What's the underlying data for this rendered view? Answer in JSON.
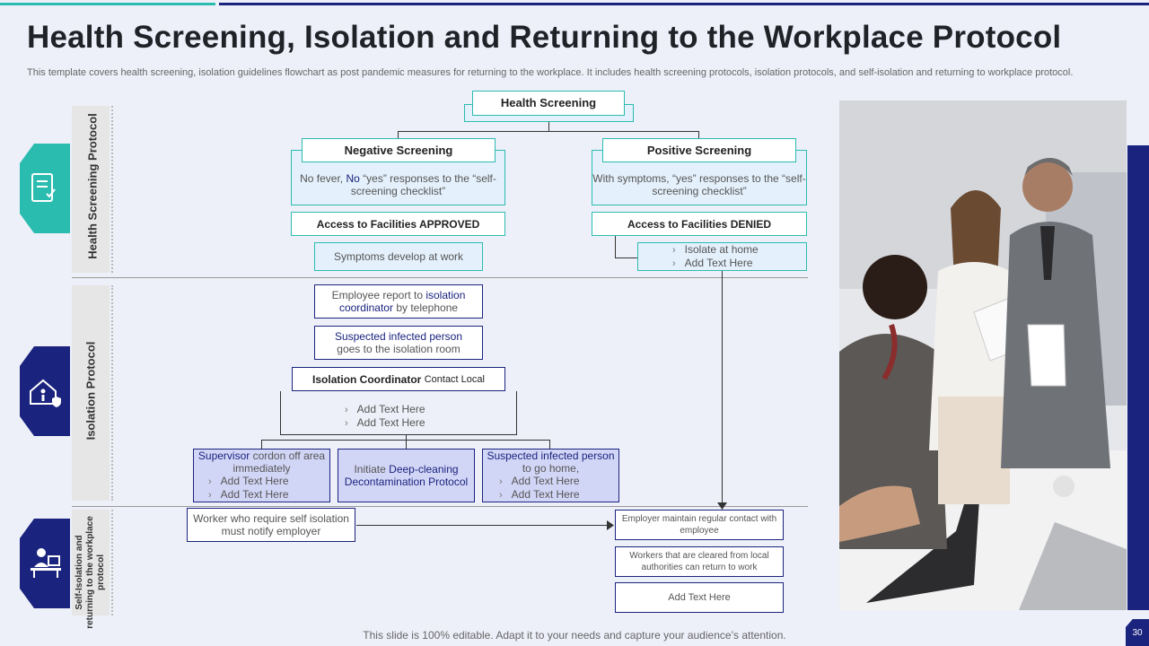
{
  "title": "Health Screening, Isolation and Returning to the Workplace Protocol",
  "subtitle": "This template covers health screening, isolation guidelines flowchart as post pandemic measures for returning to the workplace. It includes health screening protocols, isolation protocols, and self-isolation and returning to workplace protocol.",
  "sections": {
    "health": "Health Screening Protocol",
    "isolation": "Isolation Protocol",
    "self_isolation": "Self-Isolation and returning to the workplace protocol"
  },
  "flow": {
    "health_screening": "Health Screening",
    "negative": {
      "title": "Negative Screening",
      "desc_a": "No fever, ",
      "desc_b": "No",
      "desc_c": " “yes” responses to the “self-screening  checklist”",
      "access": "Access to Facilities APPROVED",
      "symptoms": "Symptoms develop at work"
    },
    "positive": {
      "title": "Positive Screening",
      "desc": "With symptoms, “yes” responses to the “self-screening checklist”",
      "access": "Access to Facilities DENIED",
      "items": [
        "Isolate at home",
        "Add Text Here"
      ]
    },
    "employee_report_a": "Employee report to ",
    "employee_report_b": "isolation coordinator",
    "employee_report_c": " by telephone",
    "suspected_a": "Suspected infected person",
    "suspected_b": "goes to the isolation room",
    "coordinator_bold": "Isolation Coordinator",
    "coordinator_rest": "Contact Local",
    "coordinator_items": [
      "Add Text Here",
      "Add Text Here"
    ],
    "supervisor_a": "Supervisor",
    "supervisor_b": " cordon off area immediately",
    "supervisor_items": [
      "Add Text Here",
      "Add Text Here"
    ],
    "deep_a": "Initiate ",
    "deep_b": "Deep-cleaning",
    "deep_c": "Decontamination Protocol",
    "suspected_home_a": "Suspected infected person",
    "suspected_home_b": " to go home,",
    "suspected_home_items": [
      "Add Text Here",
      "Add Text Here"
    ],
    "worker_notify": "Worker who require self isolation must notify employer",
    "employer_contact": "Employer maintain  regular contact with employee",
    "workers_cleared": "Workers that are cleared from local authorities can return to work",
    "add_text": "Add Text Here"
  },
  "footer": "This slide is 100% editable. Adapt it to your needs and capture your audience’s attention.",
  "page_number": "30",
  "icons": [
    "checklist-icon",
    "home-shield-icon",
    "desk-worker-icon"
  ],
  "colors": {
    "teal": "#2bbcb0",
    "navy": "#1a237e"
  }
}
